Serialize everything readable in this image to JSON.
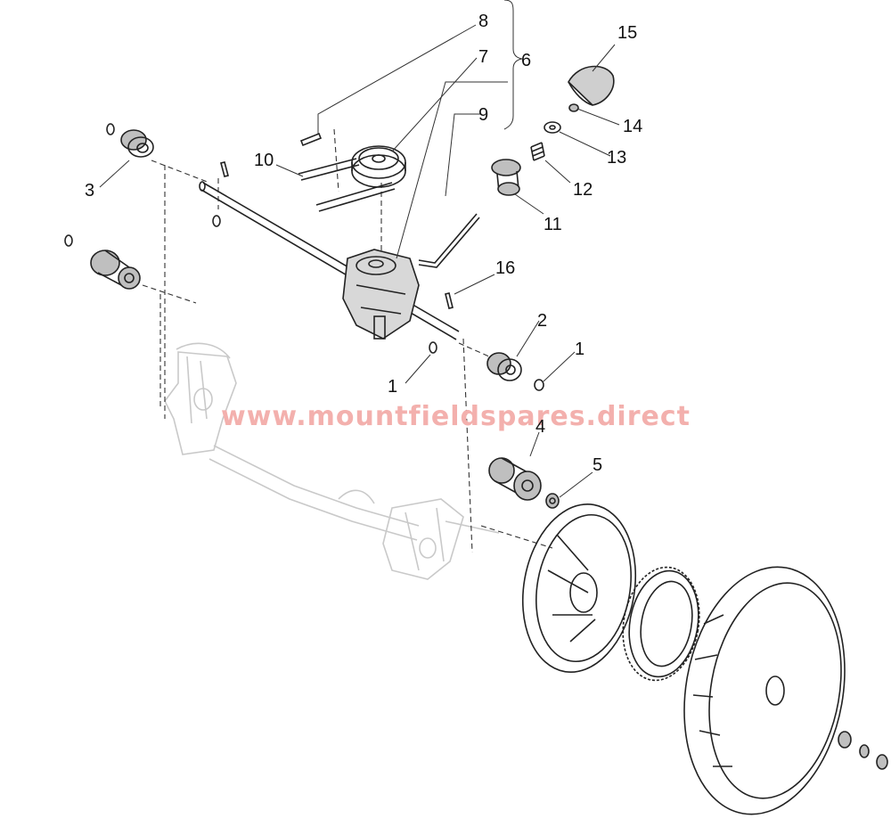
{
  "callouts": {
    "c1a": "1",
    "c1b": "1",
    "c2": "2",
    "c3": "3",
    "c4": "4",
    "c5": "5",
    "c6": "6",
    "c7": "7",
    "c8": "8",
    "c9": "9",
    "c10": "10",
    "c11": "11",
    "c12": "12",
    "c13": "13",
    "c14": "14",
    "c15": "15",
    "c16": "16"
  },
  "watermark": "www.mountfieldspares.direct",
  "colors": {
    "line": "#222222",
    "ghost": "#c9c9c9",
    "watermark": "#f3b0ad"
  }
}
